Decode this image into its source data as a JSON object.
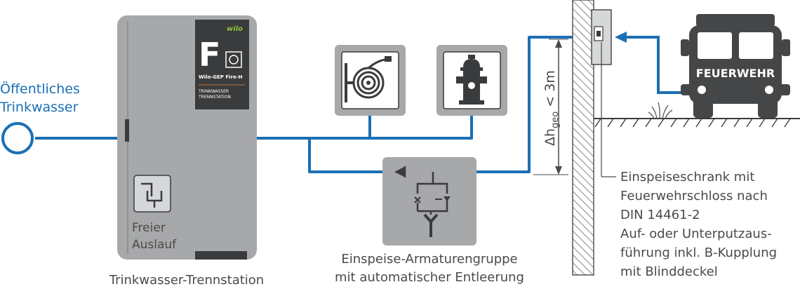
{
  "labels": {
    "source_line1": "Öffentliches",
    "source_line2": "Trinkwasser",
    "station_caption": "Trinkwasser-Trennstation",
    "valve_group_line1": "Einspeise-Armaturengruppe",
    "valve_group_line2": "mit automatischer Entleerung",
    "free_outlet_line1": "Freier",
    "free_outlet_line2": "Auslauf",
    "height_prefix": "Δh",
    "height_sub": "geo",
    "height_suffix": " < 3m",
    "truck_text": "FEUERWEHR",
    "cabinet_lines": [
      "Einspeiseschrank mit",
      "Feuerwehrschloss nach",
      "DIN 14461-2",
      "Auf- oder Unterputzaus-",
      "führung inkl. B-Kupplung",
      "mit Blinddeckel"
    ]
  },
  "product_badge": {
    "brand": "wilo",
    "letter": "F",
    "model": "Wilo-GEP Fire-H",
    "sub_line1": "TRINKWASSER",
    "sub_line2": "TRENNSTATION"
  },
  "icons": [
    "hose-reel-icon",
    "hydrant-icon",
    "free-outlet-icon",
    "valve-assembly-icon",
    "fire-truck-icon"
  ],
  "colors": {
    "pipe_blue": "#1b6fb5",
    "device_gray": "#a7a8aa",
    "panel_dark": "#3a3b3d",
    "wilo_green": "#8dc63f",
    "text_gray": "#4a4a4a",
    "truck_dark": "#444648"
  }
}
